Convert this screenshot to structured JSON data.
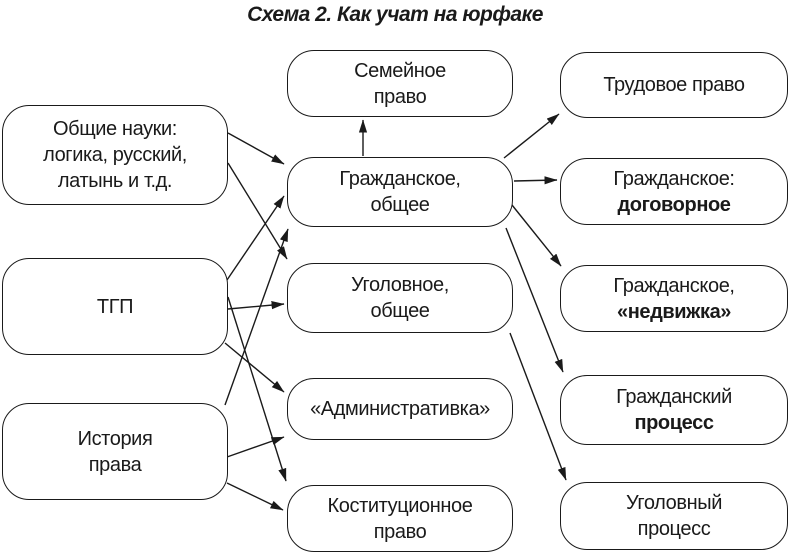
{
  "title": "Схема 2. Как учат на юрфаке",
  "colors": {
    "ink": "#1a1a1a",
    "background": "#ffffff"
  },
  "nodes": {
    "general": {
      "lines": [
        "Общие науки:",
        "логика, русский,",
        "латынь и т.д."
      ]
    },
    "tgp": {
      "lines": [
        "ТГП"
      ]
    },
    "history": {
      "lines": [
        "История",
        "права"
      ]
    },
    "family": {
      "lines": [
        "Семейное",
        "право"
      ]
    },
    "civil": {
      "lines": [
        "Гражданское,",
        "общее"
      ]
    },
    "criminal": {
      "lines": [
        "Уголовное,",
        "общее"
      ]
    },
    "admin": {
      "lines": [
        "«Административка»"
      ]
    },
    "constitutional": {
      "lines": [
        "Коституционное",
        "право"
      ]
    },
    "labor": {
      "lines": [
        "Трудовое право"
      ]
    },
    "civil_contract": {
      "lines": [
        "Гражданское:",
        "договорное"
      ]
    },
    "civil_realty": {
      "lines": [
        "Гражданское,",
        "«недвижка»"
      ]
    },
    "civil_process": {
      "lines": [
        "Гражданский",
        "процесс"
      ]
    },
    "criminal_process": {
      "lines": [
        "Уголовный",
        "процесс"
      ]
    }
  },
  "edges": [
    {
      "from": "general",
      "to": "civil",
      "points": [
        228,
        133,
        284,
        164
      ]
    },
    {
      "from": "general",
      "to": "criminal",
      "points": [
        228,
        163,
        287,
        259
      ]
    },
    {
      "from": "tgp",
      "to": "civil",
      "points": [
        227,
        280,
        284,
        196
      ]
    },
    {
      "from": "tgp",
      "to": "criminal",
      "points": [
        228,
        309,
        284,
        304
      ]
    },
    {
      "from": "tgp",
      "to": "constitutional",
      "points": [
        228,
        297,
        286,
        481
      ]
    },
    {
      "from": "tgp",
      "to": "admin",
      "points": [
        225,
        343,
        284,
        392
      ]
    },
    {
      "from": "history",
      "to": "civil",
      "points": [
        225,
        405,
        288,
        229
      ]
    },
    {
      "from": "history",
      "to": "admin",
      "points": [
        227,
        457,
        284,
        437
      ]
    },
    {
      "from": "history",
      "to": "constitutional",
      "points": [
        227,
        483,
        283,
        510
      ]
    },
    {
      "from": "civil",
      "to": "family",
      "points": [
        363,
        156,
        363,
        120
      ]
    },
    {
      "from": "civil",
      "to": "labor",
      "points": [
        504,
        158,
        559,
        114
      ]
    },
    {
      "from": "civil",
      "to": "civil_contract",
      "points": [
        514,
        181,
        557,
        180
      ]
    },
    {
      "from": "civil",
      "to": "civil_realty",
      "points": [
        512,
        205,
        561,
        266
      ]
    },
    {
      "from": "civil",
      "to": "civil_process",
      "points": [
        506,
        228,
        563,
        372
      ]
    },
    {
      "from": "criminal",
      "to": "criminal_process",
      "points": [
        510,
        333,
        566,
        480
      ]
    }
  ]
}
